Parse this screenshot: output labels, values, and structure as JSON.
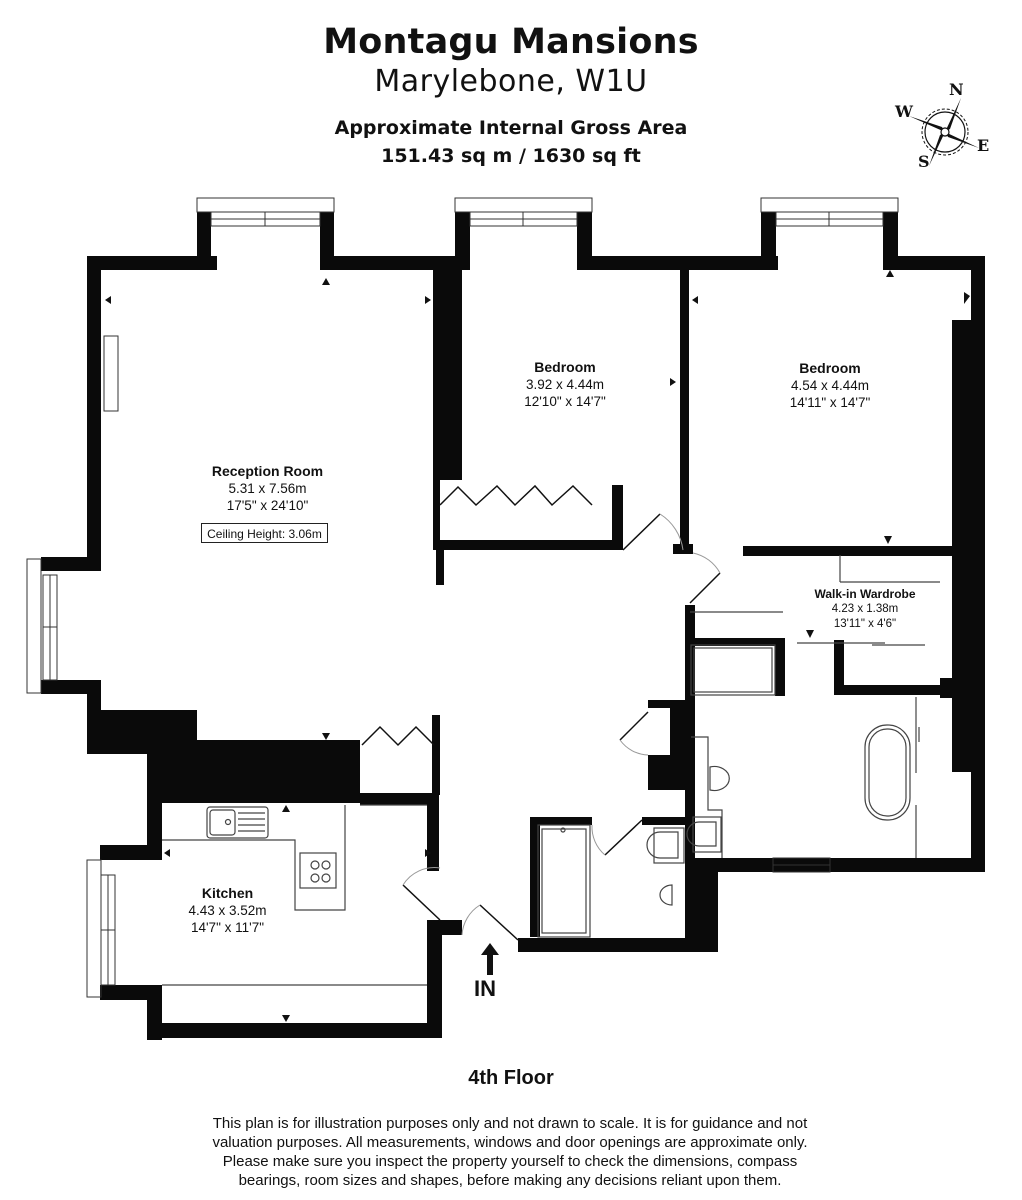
{
  "header": {
    "title": "Montagu Mansions",
    "subtitle": "Marylebone, W1U",
    "area_label": "Approximate Internal Gross Area",
    "area_value": "151.43 sq m / 1630 sq ft"
  },
  "compass": {
    "icon": "compass-rose-icon",
    "north": "N",
    "east": "E",
    "south": "S",
    "west": "W"
  },
  "rooms": {
    "reception": {
      "name": "Reception Room",
      "metric": "5.31 x 7.56m",
      "imperial": "17'5\" x 24'10\"",
      "ceiling": "Ceiling Height: 3.06m"
    },
    "bedroom1": {
      "name": "Bedroom",
      "metric": "3.92 x 4.44m",
      "imperial": "12'10\" x 14'7\""
    },
    "bedroom2": {
      "name": "Bedroom",
      "metric": "4.54 x 4.44m",
      "imperial": "14'11\" x 14'7\""
    },
    "wardrobe": {
      "name": "Walk-in Wardrobe",
      "metric": "4.23 x 1.38m",
      "imperial": "13'11\" x 4'6\""
    },
    "kitchen": {
      "name": "Kitchen",
      "metric": "4.43 x 3.52m",
      "imperial": "14'7\" x 11'7\""
    }
  },
  "entrance": {
    "label": "IN",
    "icon": "entrance-arrow-icon"
  },
  "floor": {
    "label": "4th Floor"
  },
  "disclaimer": {
    "lines": [
      "This plan is for illustration purposes only and not drawn to scale. It is for guidance and not",
      "valuation purposes. All measurements, windows and door openings are approximate only.",
      "Please make sure you inspect the property yourself to check the dimensions, compass",
      "bearings, room sizes and shapes, before making any decisions reliant upon them."
    ]
  },
  "colors": {
    "wall": "#0a0a0a",
    "fixture_line": "#555555",
    "door_arc": "#9a9a9a",
    "background": "#ffffff"
  }
}
